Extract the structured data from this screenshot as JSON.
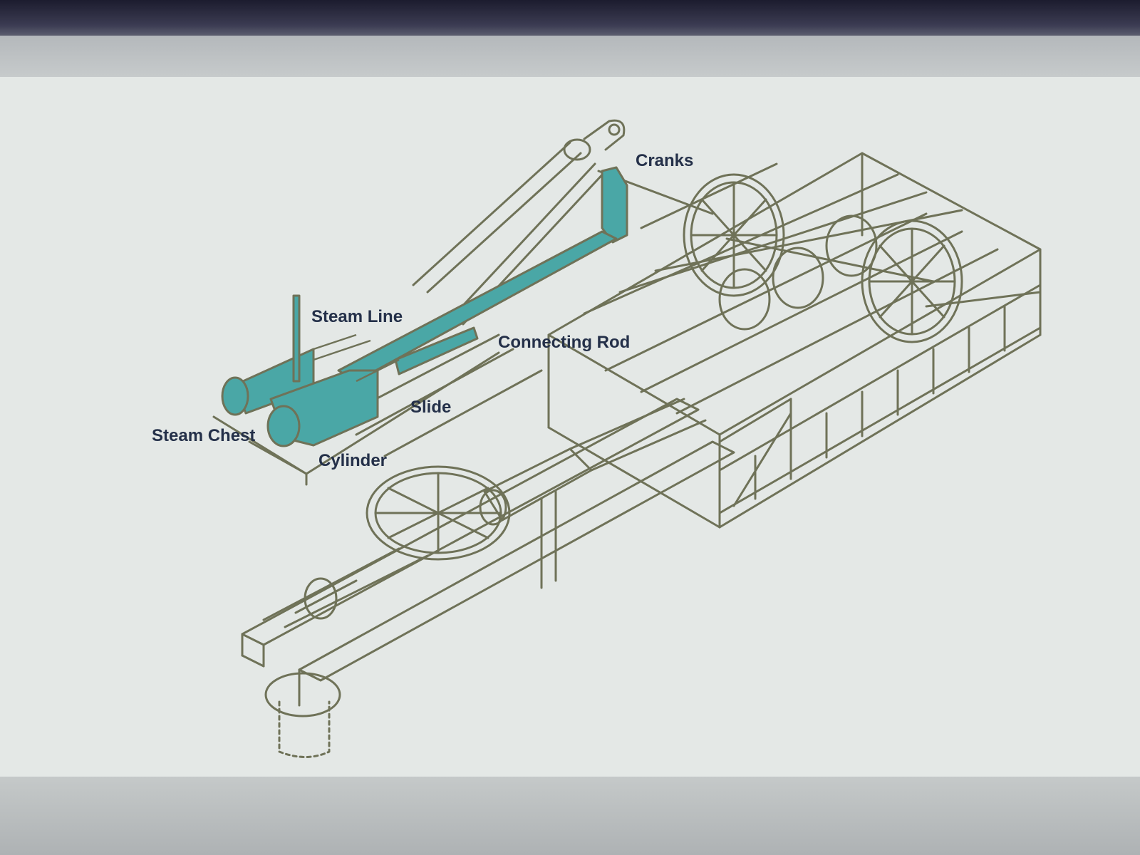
{
  "diagram": {
    "labels": {
      "cranks": "Cranks",
      "steam_line": "Steam Line",
      "connecting_rod": "Connecting Rod",
      "slide": "Slide",
      "steam_chest": "Steam Chest",
      "cylinder": "Cylinder"
    },
    "colors": {
      "linework": "#6f7258",
      "highlight": "#4aa7a6",
      "label_text": "#243049",
      "panel": "#e4e8e6"
    }
  }
}
